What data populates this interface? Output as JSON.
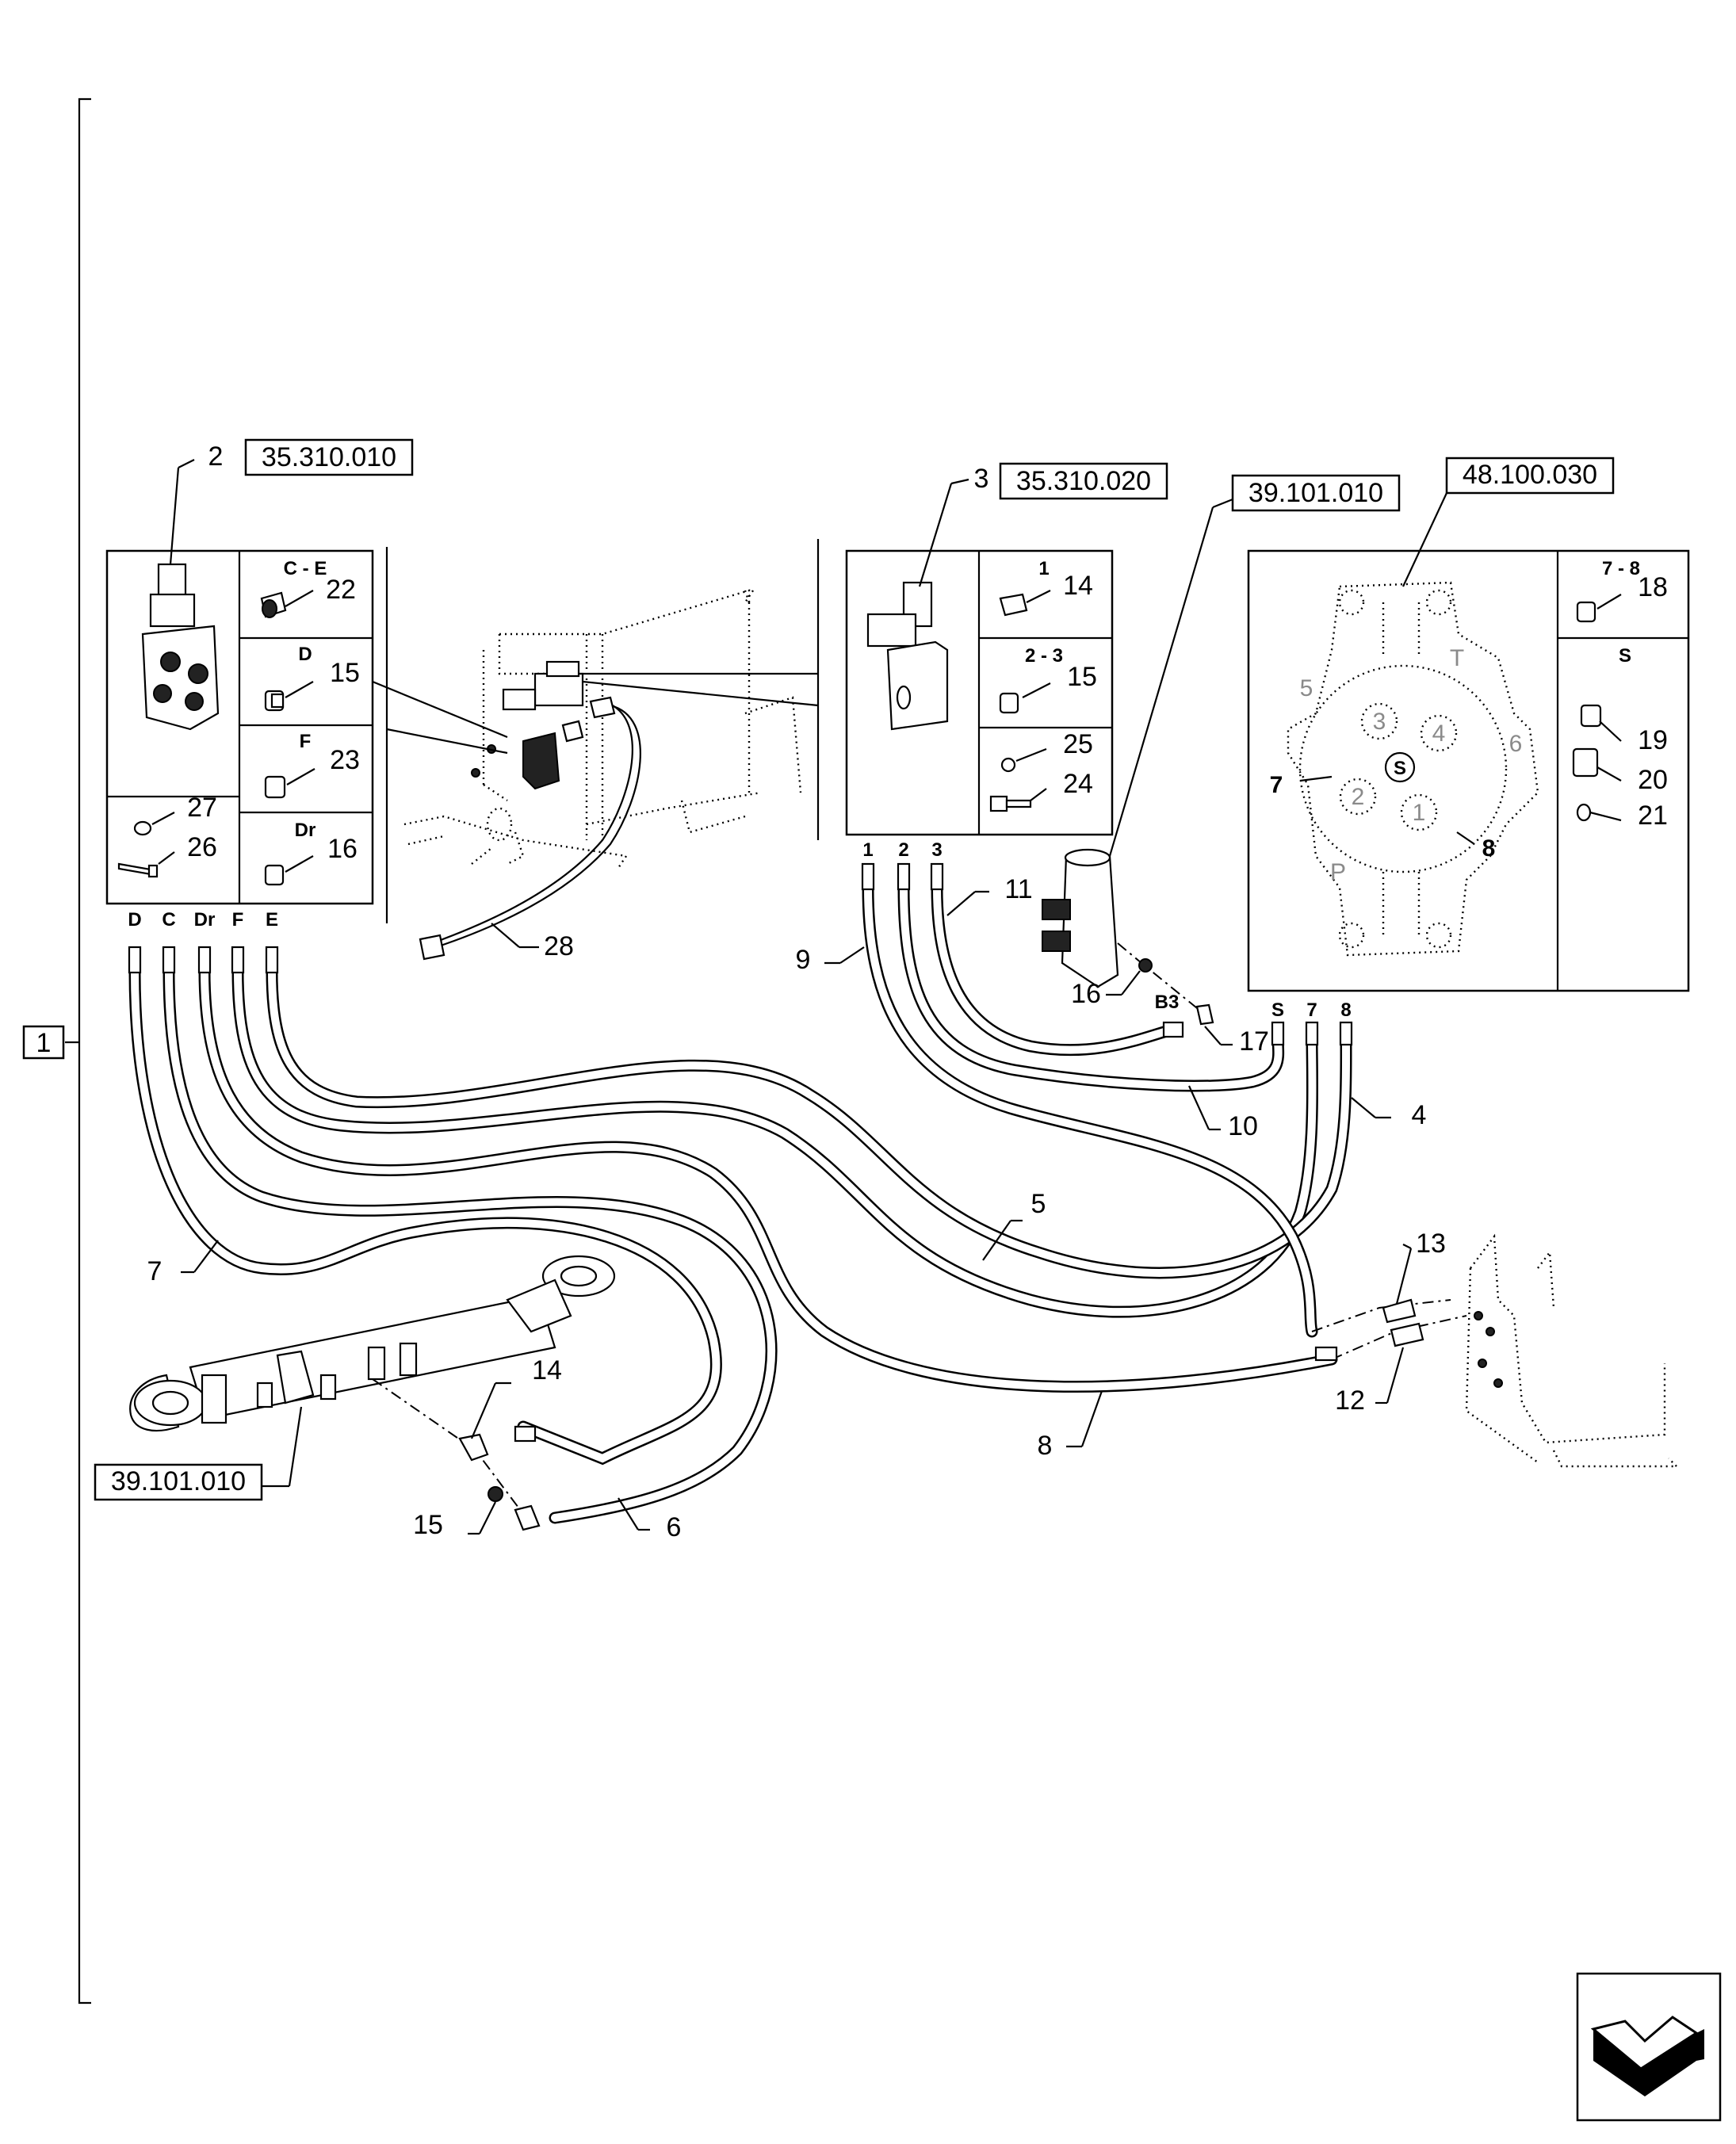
{
  "diagram": {
    "title_item": "1",
    "refs": {
      "r1": "35.310.010",
      "r2": "35.310.020",
      "r3": "39.101.010",
      "r4": "48.100.030",
      "r5": "39.101.010"
    },
    "callouts": {
      "c2": "2",
      "c3": "3",
      "c22": "22",
      "c15a": "15",
      "c23": "23",
      "c16a": "16",
      "c27": "27",
      "c26": "26",
      "c14a": "14",
      "c15b": "15",
      "c25": "25",
      "c24": "24",
      "c18": "18",
      "c19": "19",
      "c20": "20",
      "c21": "21",
      "c28": "28",
      "c9": "9",
      "c11": "11",
      "c16b": "16",
      "c17": "17",
      "c10": "10",
      "c4": "4",
      "c5": "5",
      "c7": "7",
      "c13": "13",
      "c12": "12",
      "c8": "8",
      "c14b": "14",
      "c15c": "15",
      "c6": "6"
    },
    "box_headers": {
      "ce": "C - E",
      "d": "D",
      "f": "F",
      "dr": "Dr",
      "p1": "1",
      "p23": "2 - 3",
      "p78": "7 - 8",
      "s": "S"
    },
    "ports": {
      "D": "D",
      "C": "C",
      "Dr": "Dr",
      "F": "F",
      "E": "E",
      "n1": "1",
      "n2": "2",
      "n3": "3",
      "B3": "B3",
      "S": "S",
      "n7": "7",
      "n8": "8"
    },
    "motor_ports": {
      "m1": "1",
      "m2": "2",
      "m3": "3",
      "m4": "4",
      "mS": "S",
      "m5": "5",
      "m6": "6",
      "m7": "7",
      "m8": "8",
      "mT": "T",
      "mP": "P"
    }
  }
}
